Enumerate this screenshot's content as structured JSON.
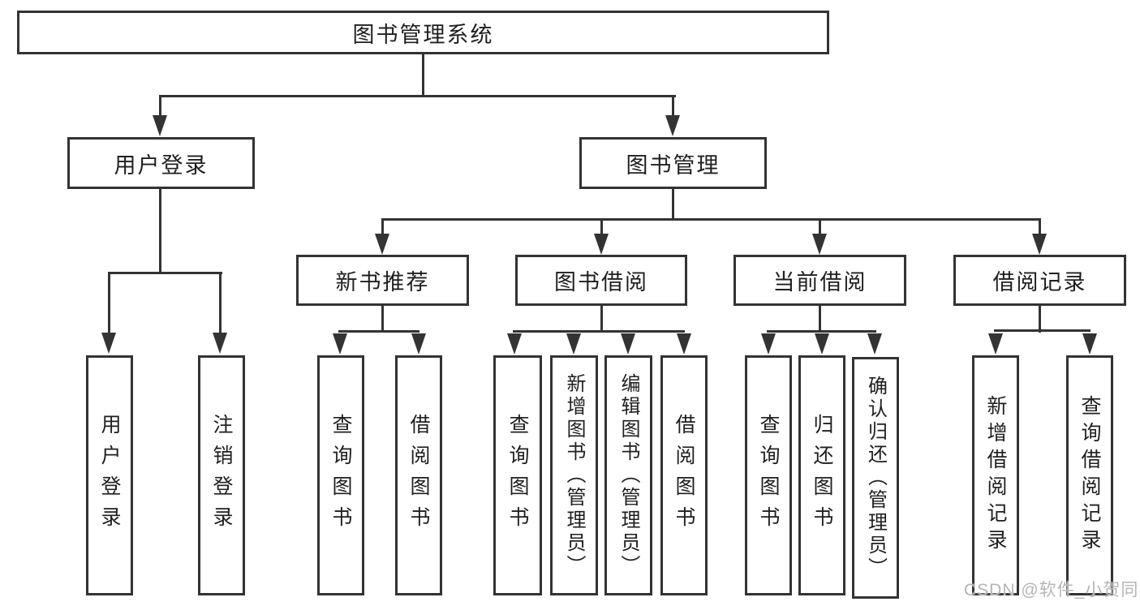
{
  "nodes": {
    "root": "图书管理系统",
    "user_login": "用户登录",
    "book_mgmt": "图书管理",
    "new_book": "新书推荐",
    "book_borrow": "图书借阅",
    "current_borrow": "当前借阅",
    "borrow_record": "借阅记录",
    "leaves": {
      "login": [
        "用户登录",
        "注销登录"
      ],
      "newbook": [
        "查询图书",
        "借阅图书"
      ],
      "borrow": [
        "查询图书",
        "新增图书（管理员）",
        "编辑图书（管理员）",
        "借阅图书"
      ],
      "current": [
        "查询图书",
        "归还图书",
        "确认归还（管理员）"
      ],
      "record": [
        "新增借阅记录",
        "查询借阅记录"
      ]
    }
  },
  "watermark": "CSDN @软件_小贺同学",
  "colors": {
    "line": "#333333",
    "text": "#1f1f1f",
    "watermark": "#b5b5b5",
    "background": "#ffffff"
  }
}
